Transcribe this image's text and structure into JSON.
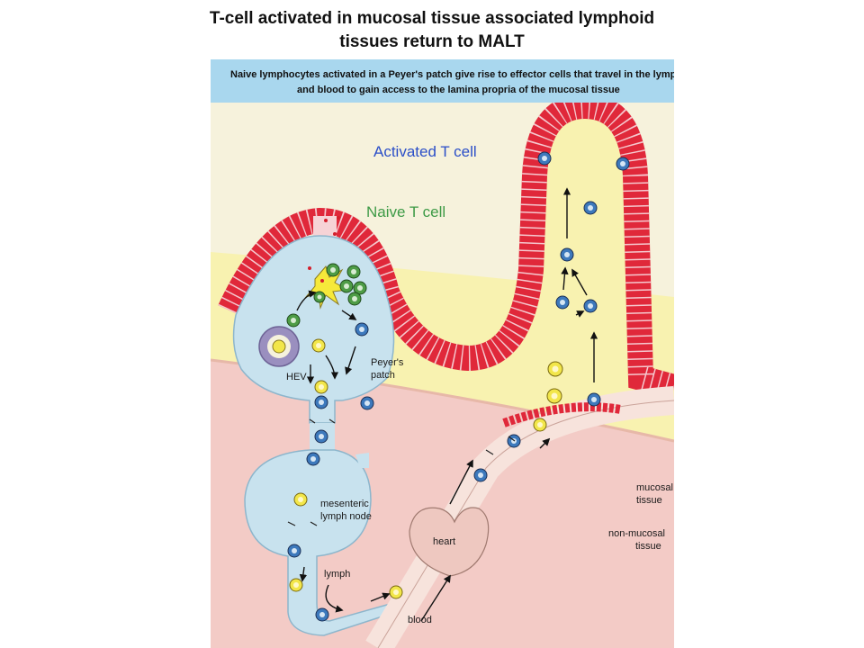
{
  "slide": {
    "title_line1": "T-cell activated in  mucosal tissue associated lymphoid",
    "title_line2": "tissues return to MALT"
  },
  "figure": {
    "banner_line1": "Naive lymphocytes activated in a Peyer's patch give rise to effector cells that travel in the lymph",
    "banner_line2": "and blood to gain access to the lamina propria of the mucosal tissue",
    "overlay_activated": "Activated T cell",
    "overlay_naive": "Naive T cell",
    "labels": {
      "hev": "HEV",
      "peyers_line1": "Peyer's",
      "peyers_line2": "patch",
      "mesenteric_line1": "mesenteric",
      "mesenteric_line2": "lymph node",
      "lymph": "lymph",
      "heart": "heart",
      "blood": "blood",
      "mucosal_line1": "mucosal",
      "mucosal_line2": "tissue",
      "nonmucosal_line1": "non-mucosal",
      "nonmucosal_line2": "tissue"
    }
  },
  "colors": {
    "banner": "#a9d7ee",
    "epithelium": "#e0283a",
    "lamina": "#f8f2b0",
    "tissue_pink": "#f3cbc6",
    "lymph_blue": "#c8e2ee",
    "activated_cell": "#3d79bc",
    "naive_green": "#4e9c46",
    "naive_yellow": "#f2e64a",
    "heart": "#eec8c0"
  }
}
